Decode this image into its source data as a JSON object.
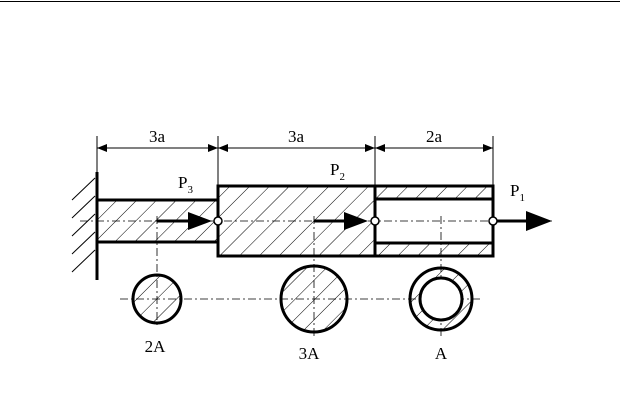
{
  "segments": [
    {
      "length": "3a",
      "force": "P",
      "force_index": "3",
      "area": "2A"
    },
    {
      "length": "3a",
      "force": "P",
      "force_index": "2",
      "area": "3A"
    },
    {
      "length": "2a",
      "force": "P",
      "force_index": "1",
      "area": "A"
    }
  ],
  "colors": {
    "ink": "#000000",
    "background": "#ffffff"
  }
}
